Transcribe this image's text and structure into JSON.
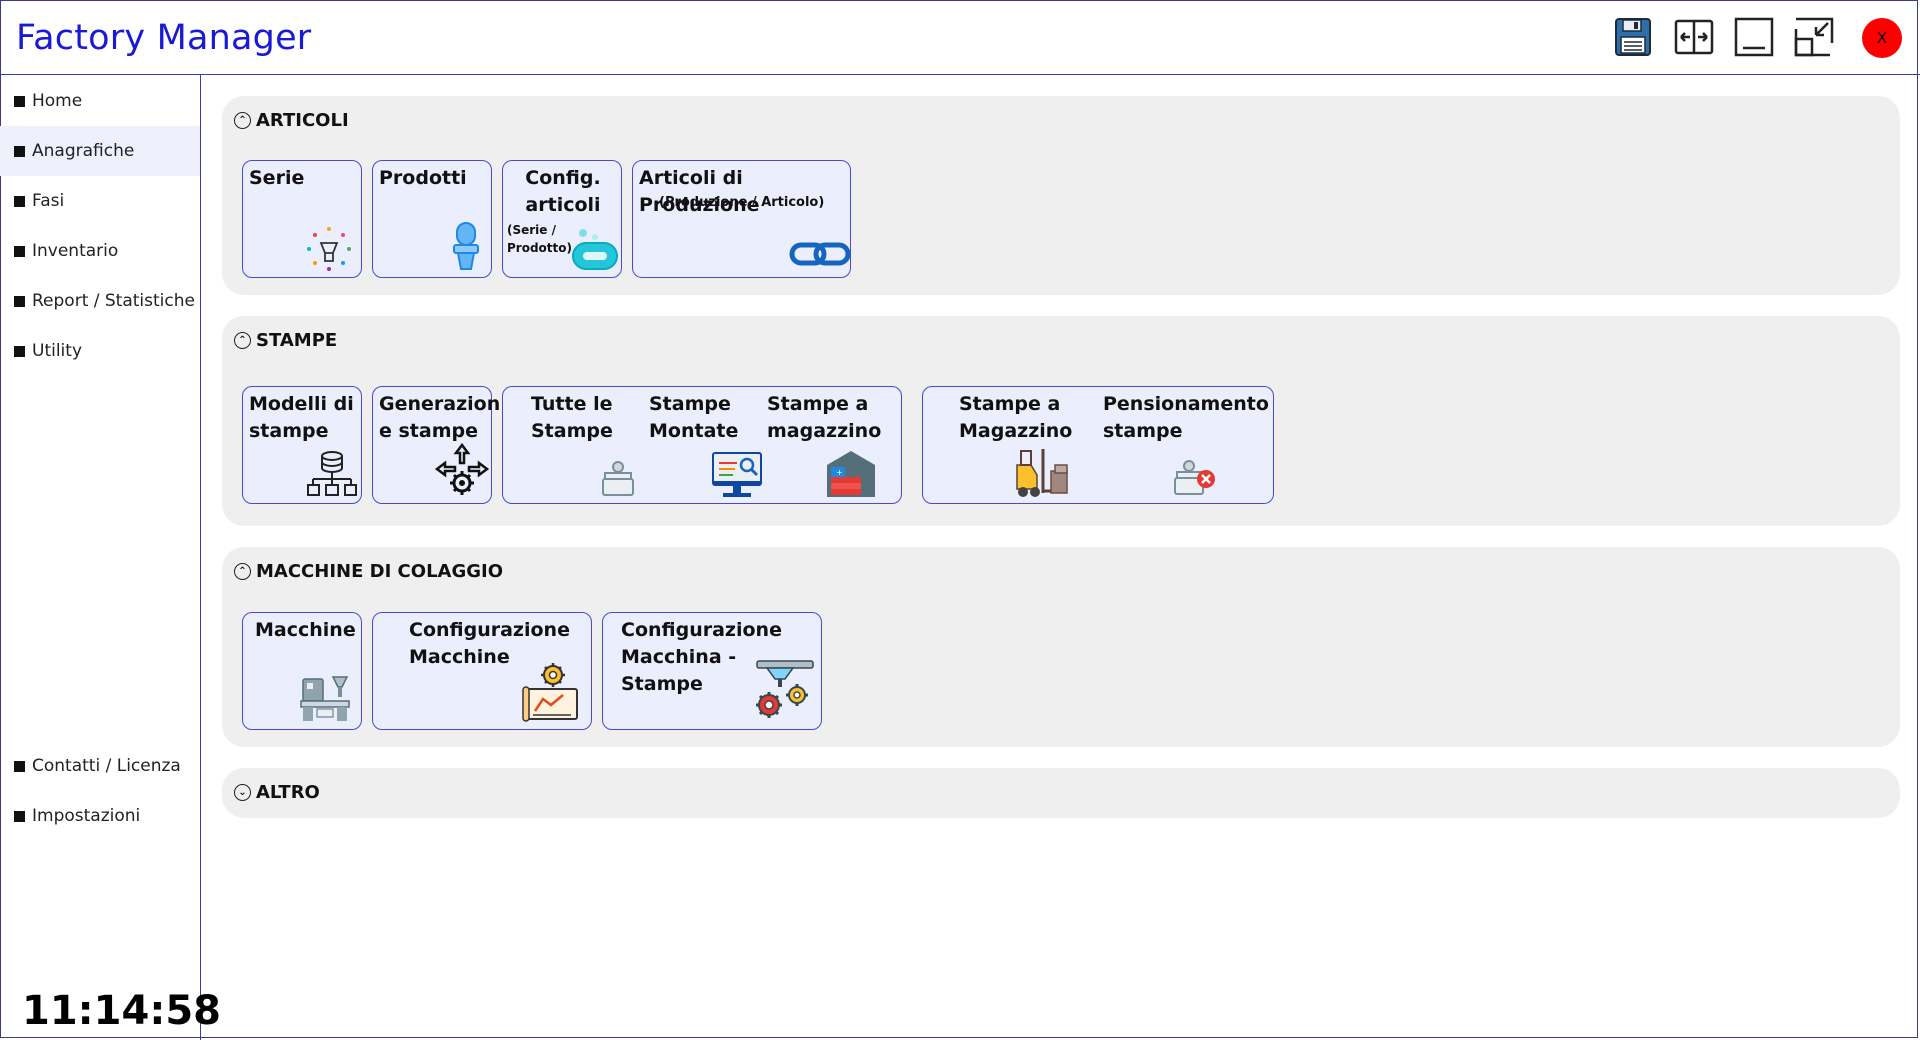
{
  "app": {
    "title": "Factory Manager"
  },
  "window_controls": {
    "close_label": "X"
  },
  "sidebar": {
    "items": [
      {
        "label": "Home"
      },
      {
        "label": "Anagrafiche"
      },
      {
        "label": "Fasi"
      },
      {
        "label": "Inventario"
      },
      {
        "label": "Report / Statistiche"
      },
      {
        "label": "Utility"
      },
      {
        "label": "Contatti / Licenza"
      },
      {
        "label": "Impostazioni"
      }
    ],
    "active": "Anagrafiche",
    "clock": "11:14:58"
  },
  "sections": {
    "articoli": {
      "title": "ARTICOLI",
      "tiles": {
        "serie": "Serie",
        "prodotti": "Prodotti",
        "config": "Config. articoli",
        "config_sub": "(Serie / Prodotto)",
        "articoli_prod": "Articoli di Produzione",
        "articoli_prod_sub": "(Produzione / Articolo)"
      }
    },
    "stampe": {
      "title": "STAMPE",
      "tiles": {
        "modelli": "Modelli di stampe",
        "generazione": "Generazion e stampe",
        "tutte": "Tutte le Stampe",
        "montate": "Stampe Montate",
        "magazzino": "Stampe a magazzino",
        "a_magazzino": "Stampe a Magazzino",
        "pensionamento": "Pensionamento stampe"
      }
    },
    "macchine": {
      "title": "MACCHINE DI COLAGGIO",
      "tiles": {
        "macchine": "Macchine",
        "config_macchine": "Configurazione Macchine",
        "config_macchina_stampe": "Configurazione Macchina - Stampe"
      }
    },
    "altro": {
      "title": "ALTRO"
    }
  },
  "colors": {
    "title": "#1a1ad6",
    "tile_bg": "#eaeefd",
    "tile_border": "#4a4ad0",
    "section_bg": "#efefef",
    "close": "#ff0000"
  }
}
